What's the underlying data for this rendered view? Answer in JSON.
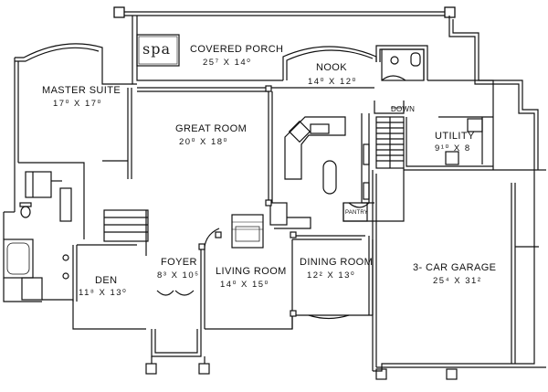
{
  "rooms": {
    "covered_porch": {
      "name": "COVERED PORCH",
      "dims": "25⁷ X 14⁰"
    },
    "spa": {
      "name": "spa"
    },
    "nook": {
      "name": "NOOK",
      "dims": "14⁰ X 12⁰"
    },
    "master_suite": {
      "name": "MASTER SUITE",
      "dims": "17⁰ X 17⁰"
    },
    "great_room": {
      "name": "GREAT ROOM",
      "dims": "20⁰ X 18⁰"
    },
    "utility": {
      "name": "UTILITY",
      "dims": "9¹⁰ X 8"
    },
    "foyer": {
      "name": "FOYER",
      "dims": "8³ X 10⁵"
    },
    "den": {
      "name": "DEN",
      "dims": "11⁸ X 13⁰"
    },
    "living_room": {
      "name": "LIVING ROOM",
      "dims": "14⁰ X 15⁰"
    },
    "dining_room": {
      "name": "DINING ROOM",
      "dims": "12² X 13⁰"
    },
    "garage": {
      "name": "3- CAR GARAGE",
      "dims": "25⁴ X 31²"
    }
  },
  "annotations": {
    "down": "DOWN",
    "pantry": "PANTRY"
  }
}
